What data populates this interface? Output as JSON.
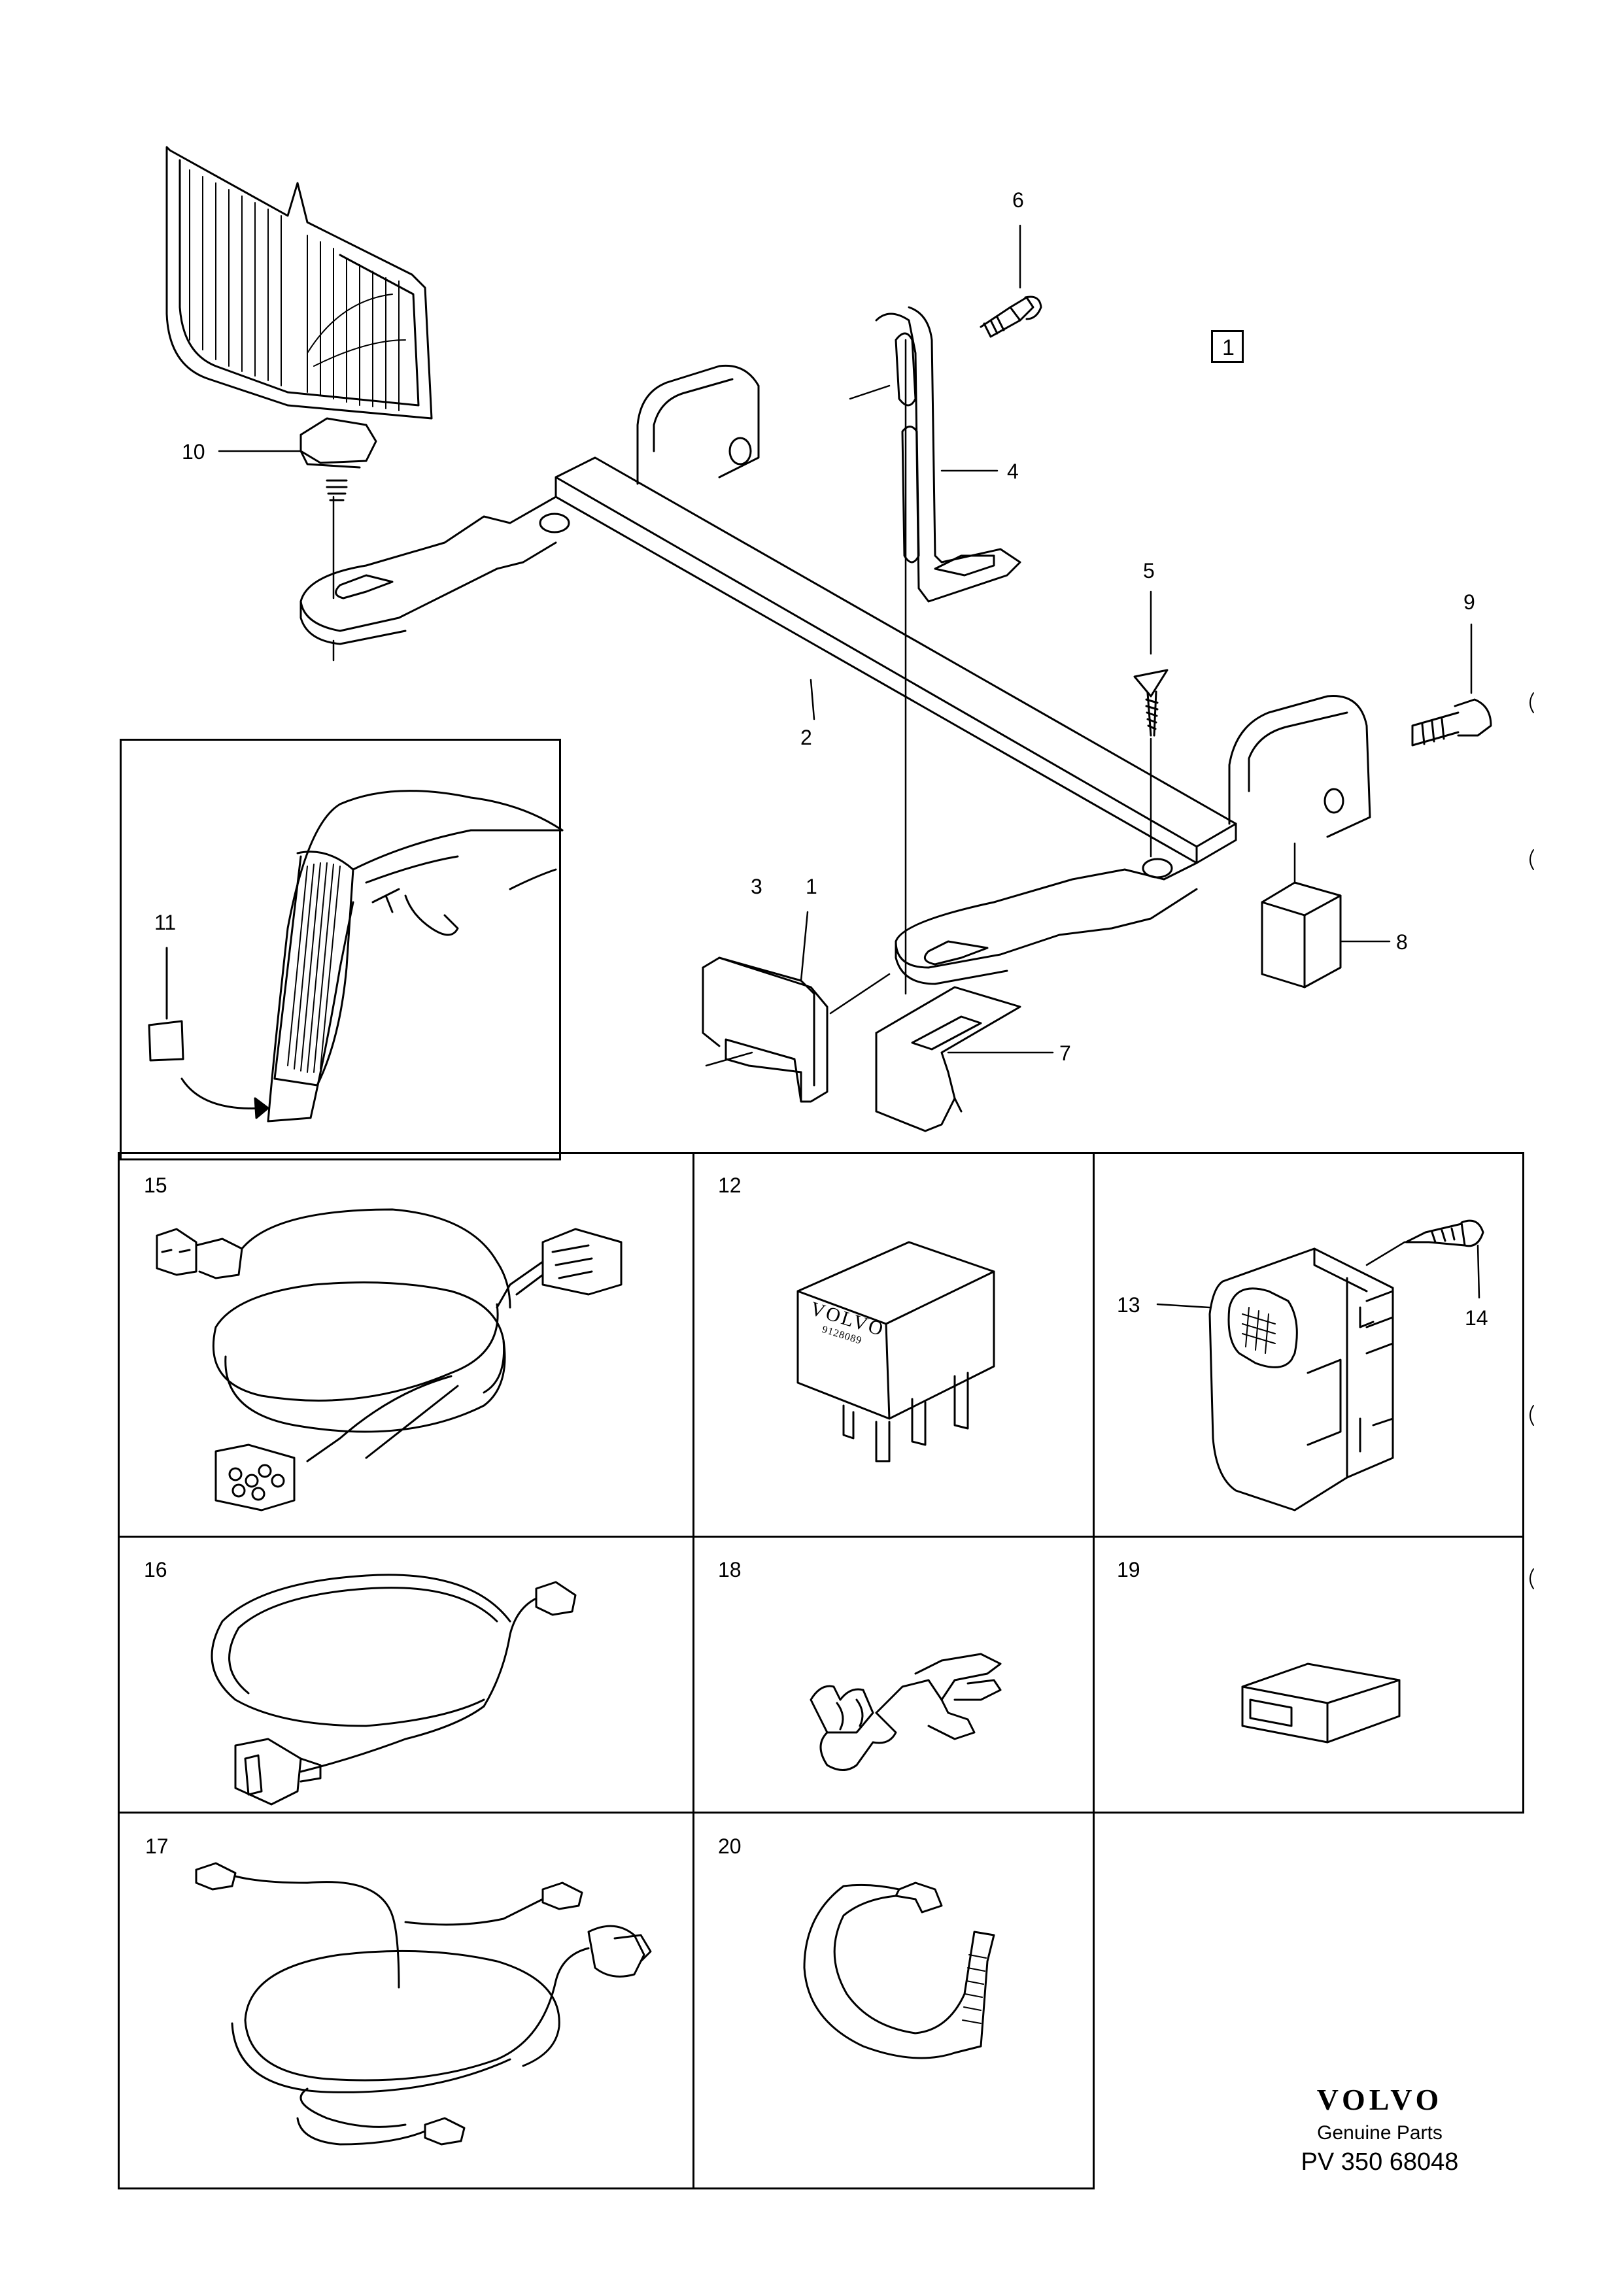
{
  "diagram_ref": "1",
  "callouts": [
    "1",
    "2",
    "3",
    "4",
    "5",
    "6",
    "7",
    "8",
    "9",
    "10",
    "11",
    "12",
    "13",
    "14",
    "15",
    "16",
    "17",
    "18",
    "19",
    "20"
  ],
  "relay_text": {
    "brand": "VOLVO",
    "number": "9128089"
  },
  "brand": {
    "logo": "VOLVO",
    "subtitle": "Genuine Parts",
    "code": "PV 350 68048"
  },
  "icons": [
    "bracket",
    "headlamp",
    "screw",
    "bolt",
    "clip",
    "rubber-block",
    "relay",
    "switch",
    "wiring-harness",
    "connector",
    "cable-tie",
    "terminal"
  ]
}
